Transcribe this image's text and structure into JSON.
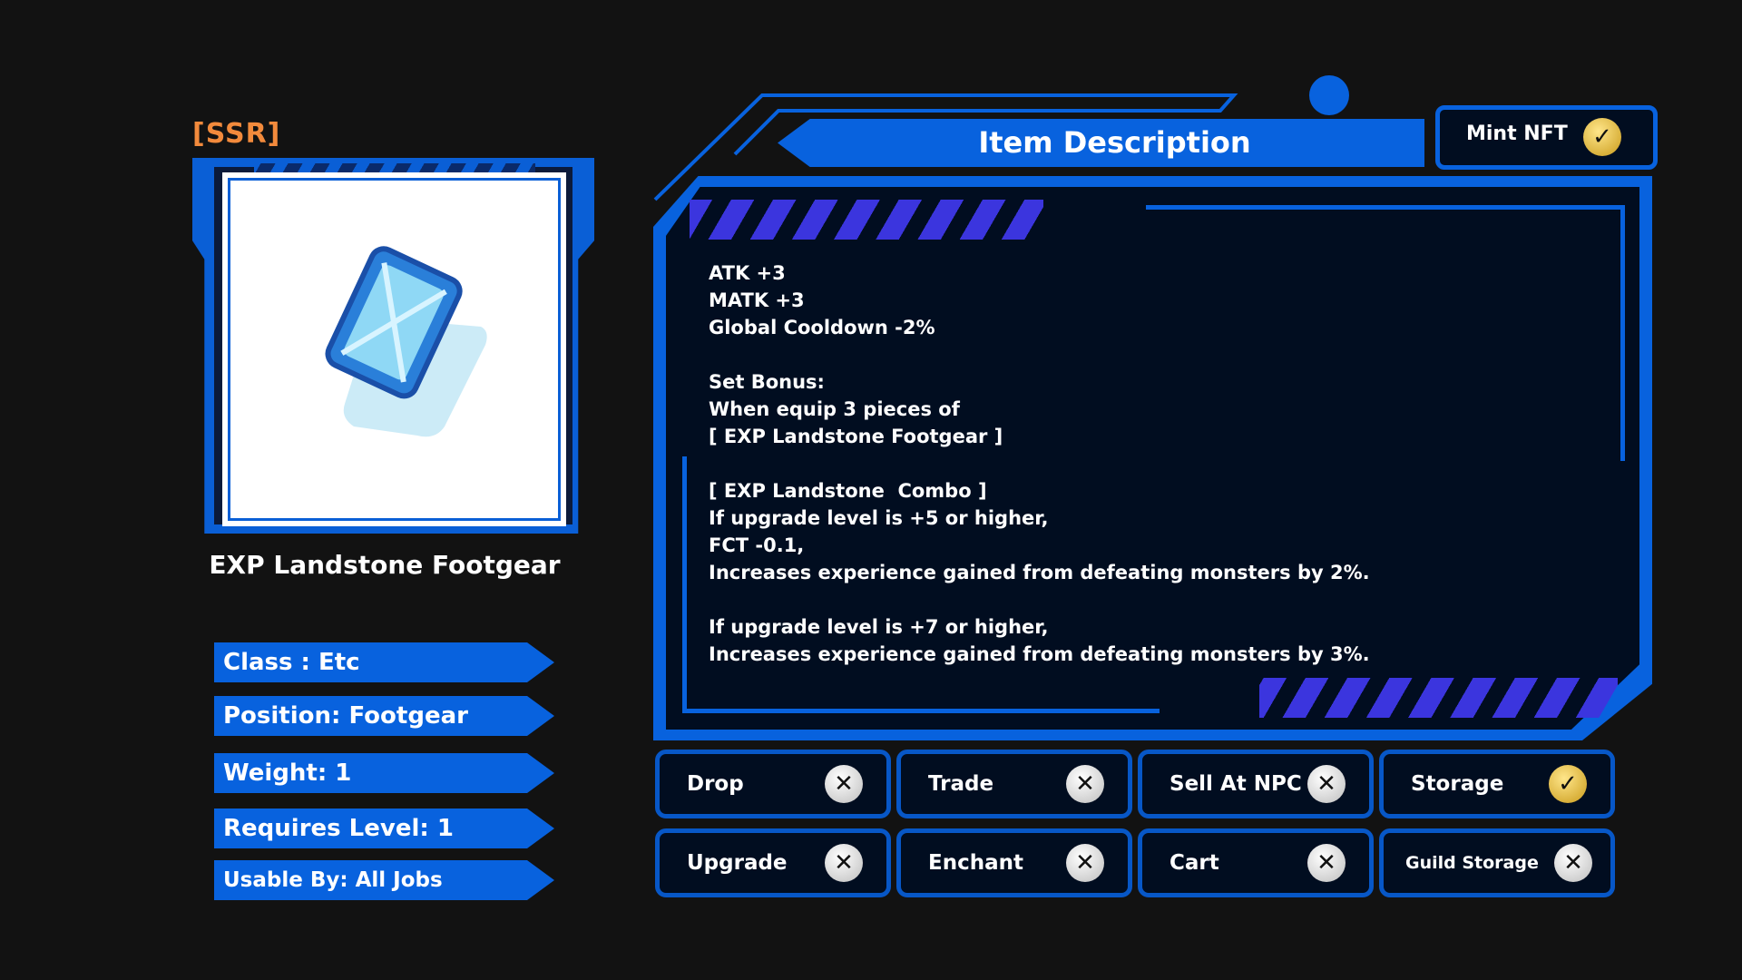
{
  "item": {
    "rarity": "[SSR]",
    "name": "EXP Landstone Footgear"
  },
  "stats": [
    "Class : Etc",
    "Position: Footgear",
    "Weight: 1",
    "Requires Level: 1",
    "Usable By: All Jobs"
  ],
  "panel": {
    "title": "Item Description",
    "mint_label": "Mint NFT",
    "mint_status": "check"
  },
  "description": "ATK +3\nMATK +3\nGlobal Cooldown -2%\n\nSet Bonus:\nWhen equip 3 pieces of\n[ EXP Landstone Footgear ]\n\n[ EXP Landstone  Combo ]\nIf upgrade level is +5 or higher,\nFCT -0.1,\nIncreases experience gained from defeating monsters by 2%.\n\nIf upgrade level is +7 or higher,\nIncreases experience gained from defeating monsters by 3%.",
  "permissions": [
    {
      "label": "Drop",
      "allowed": "✕"
    },
    {
      "label": "Trade",
      "allowed": "✕"
    },
    {
      "label": "Sell At NPC",
      "allowed": "✕"
    },
    {
      "label": "Storage",
      "allowed": "✓"
    },
    {
      "label": "Upgrade",
      "allowed": "✕"
    },
    {
      "label": "Enchant",
      "allowed": "✕"
    },
    {
      "label": "Cart",
      "allowed": "✕"
    },
    {
      "label": "Guild Storage",
      "allowed": "✕"
    }
  ],
  "colors": {
    "accent": "#0862de",
    "rarity": "#f28a3c",
    "panel": "#010d20",
    "stripes": "#3b35de"
  }
}
